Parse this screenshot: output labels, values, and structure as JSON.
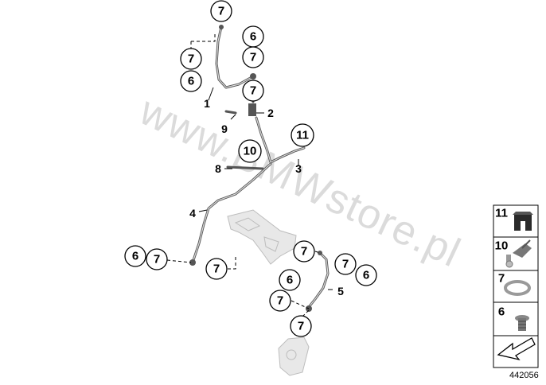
{
  "watermark": "www.BMWstore.pl",
  "diagram_number": "442056",
  "callouts": {
    "c7_top": "7",
    "c6_a": "6",
    "c7_a": "7",
    "c7_b": "7",
    "c6_b": "6",
    "c7_c": "7",
    "c11": "11",
    "c10": "10",
    "c6_left": "6",
    "c7_left": "7",
    "c7_mid": "7",
    "c7_r1": "7",
    "c7_r2": "7",
    "c6_r": "6",
    "c6_low": "6",
    "c7_low": "7",
    "c7_bottom": "7"
  },
  "labels": {
    "l1": "1",
    "l2": "2",
    "l3": "3",
    "l4": "4",
    "l5": "5",
    "l8": "8",
    "l9": "9"
  },
  "legend": {
    "items": [
      {
        "number": "11",
        "icon": "rubber-grommet-icon"
      },
      {
        "number": "10",
        "icon": "hose-clip-icon"
      },
      {
        "number": "7",
        "icon": "sealing-ring-icon"
      },
      {
        "number": "6",
        "icon": "banjo-bolt-icon"
      }
    ],
    "arrow_icon": "direction-arrow-icon"
  }
}
